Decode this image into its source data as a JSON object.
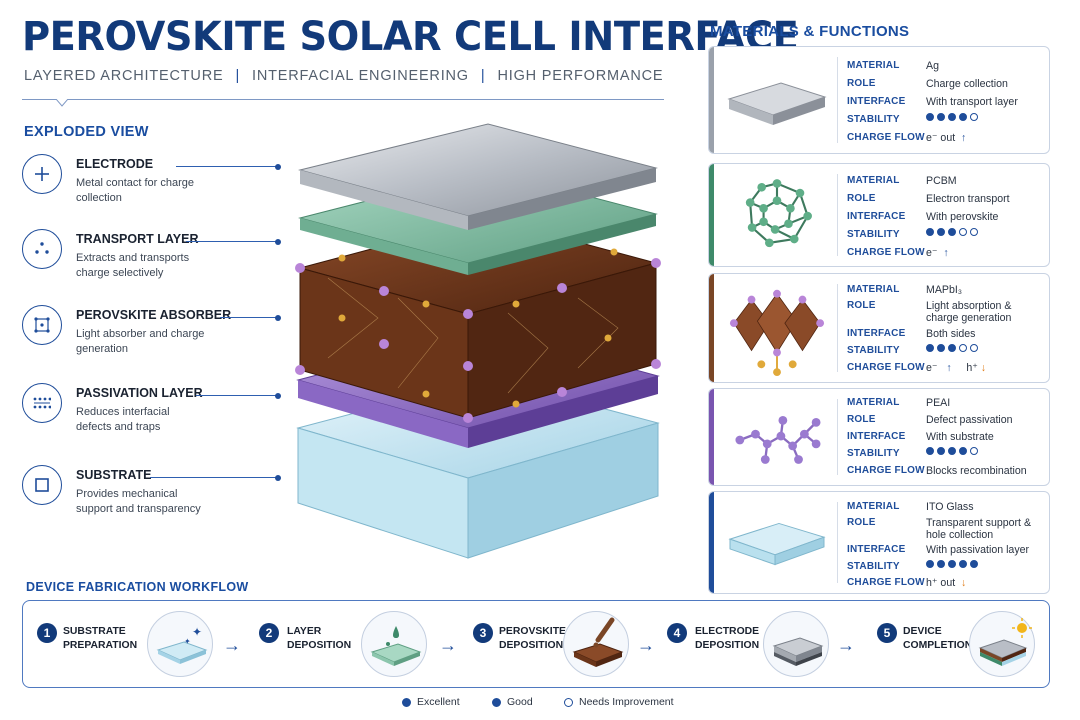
{
  "header": {
    "title": "PEROVSKITE SOLAR CELL INTERFACE",
    "subtitle": [
      "LAYERED ARCHITECTURE",
      "INTERFACIAL ENGINEERING",
      "HIGH PERFORMANCE"
    ],
    "separator": "|"
  },
  "exploded_view": {
    "title": "EXPLODED VIEW",
    "layers": [
      {
        "name": "ELECTRODE",
        "desc": "Metal contact for charge collection",
        "icon": "plus-icon"
      },
      {
        "name": "TRANSPORT LAYER",
        "desc": "Extracts and transports charge selectively",
        "icon": "dots-icon"
      },
      {
        "name": "PEROVSKITE ABSORBER",
        "desc": "Light absorber and charge generation",
        "icon": "lattice-icon"
      },
      {
        "name": "PASSIVATION LAYER",
        "desc": "Reduces interfacial defects and traps",
        "icon": "grid-dots-icon"
      },
      {
        "name": "SUBSTRATE",
        "desc": "Provides mechanical support and transparency",
        "icon": "square-icon"
      }
    ]
  },
  "materials": {
    "title": "MATERIALS & FUNCTIONS",
    "keys": {
      "material": "MATERIAL",
      "role": "ROLE",
      "interface": "INTERFACE",
      "stability": "STABILITY",
      "charge_flow": "CHARGE FLOW"
    },
    "cards": [
      {
        "material": "Ag",
        "role": "Charge collection",
        "interface": "With transport layer",
        "stability": 4,
        "flow": "e⁻ out",
        "up": "↑",
        "down": "",
        "accent": "#9aa1ab"
      },
      {
        "material": "PCBM",
        "role": "Electron transport",
        "interface": "With perovskite",
        "stability": 3,
        "flow": "e⁻",
        "up": "↑",
        "down": "",
        "accent": "#3e8a6a"
      },
      {
        "material": "MAPbI₃",
        "role": "Light absorption & charge generation",
        "interface": "Both sides",
        "stability": 3,
        "flow": "e⁻",
        "up": "↑",
        "hplus": "h⁺",
        "down": "↓",
        "accent": "#7a4626"
      },
      {
        "material": "PEAI",
        "role": "Defect passivation",
        "interface": "With substrate",
        "stability": 4,
        "flow": "Blocks recombination",
        "up": "",
        "down": "",
        "accent": "#7a55b0"
      },
      {
        "material": "ITO Glass",
        "role": "Transparent support & hole collection",
        "interface": "With passivation layer",
        "stability": 5,
        "flow": "h⁺ out",
        "up": "",
        "down": "↓",
        "accent": "#1f4d9a"
      }
    ]
  },
  "workflow": {
    "title": "DEVICE FABRICATION WORKFLOW",
    "steps": [
      {
        "num": "1",
        "label1": "SUBSTRATE",
        "label2": "PREPARATION"
      },
      {
        "num": "2",
        "label1": "LAYER",
        "label2": "DEPOSITION"
      },
      {
        "num": "3",
        "label1": "PEROVSKITE",
        "label2": "DEPOSITION"
      },
      {
        "num": "4",
        "label1": "ELECTRODE",
        "label2": "DEPOSITION"
      },
      {
        "num": "5",
        "label1": "DEVICE",
        "label2": "COMPLETION"
      }
    ],
    "arrow": "→"
  },
  "legend": {
    "excellent": "Excellent",
    "good": "Good",
    "needs": "Needs Improvement"
  },
  "colors": {
    "primary": "#123a7a",
    "accent": "#1f4d9a",
    "hole_arrow": "#e07b16"
  }
}
